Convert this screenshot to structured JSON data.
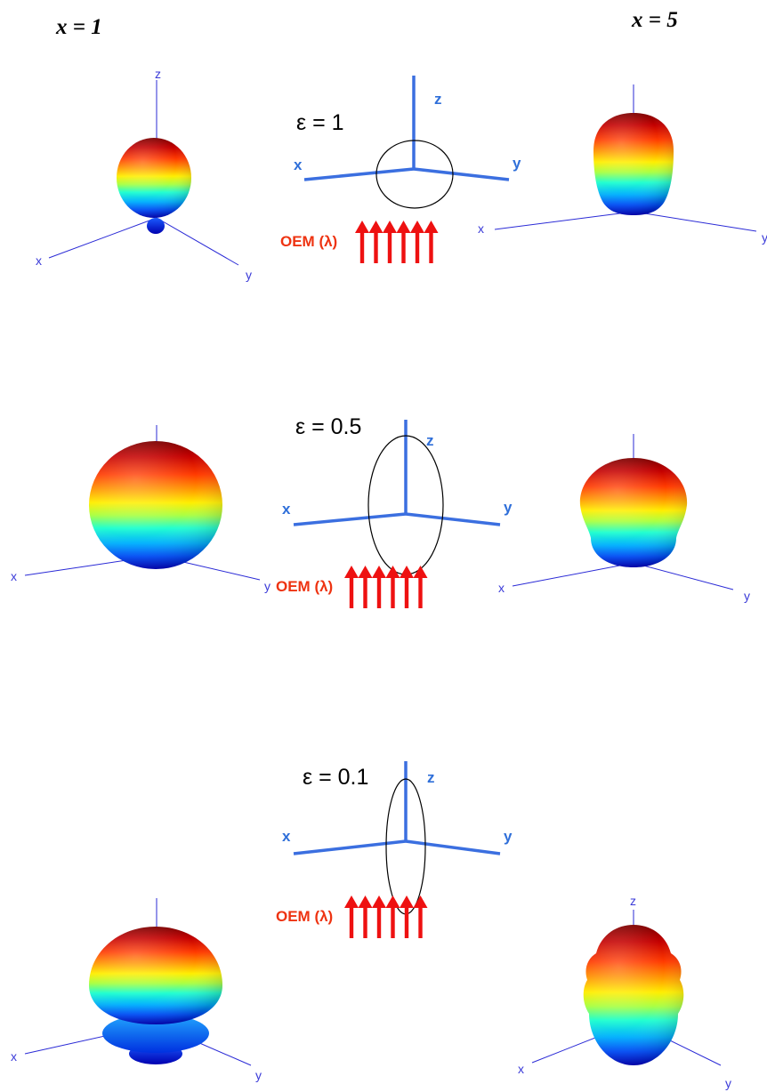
{
  "headings": {
    "left": "x = 1",
    "right": "x = 5"
  },
  "axis_labels": {
    "x": "x",
    "y": "y",
    "z": "z"
  },
  "incident_label": "OEM (λ)",
  "rows": [
    {
      "epsilon_label": "ε = 1"
    },
    {
      "epsilon_label": "ε = 0.5"
    },
    {
      "epsilon_label": "ε = 0.1"
    }
  ],
  "colors": {
    "axis_thin": "#2b2bd6",
    "axis_label": "#3a3ad8",
    "center_axis": "#3b6fe0",
    "center_axis_label": "#2f6fd9",
    "arrow_red": "#ee1111",
    "incident_label": "#ee3311",
    "colormap": [
      "#7a0000",
      "#c40000",
      "#ff3a00",
      "#ff9a00",
      "#ffee00",
      "#aaff44",
      "#22ffd0",
      "#00b0ff",
      "#0050ff",
      "#0000c0"
    ]
  }
}
